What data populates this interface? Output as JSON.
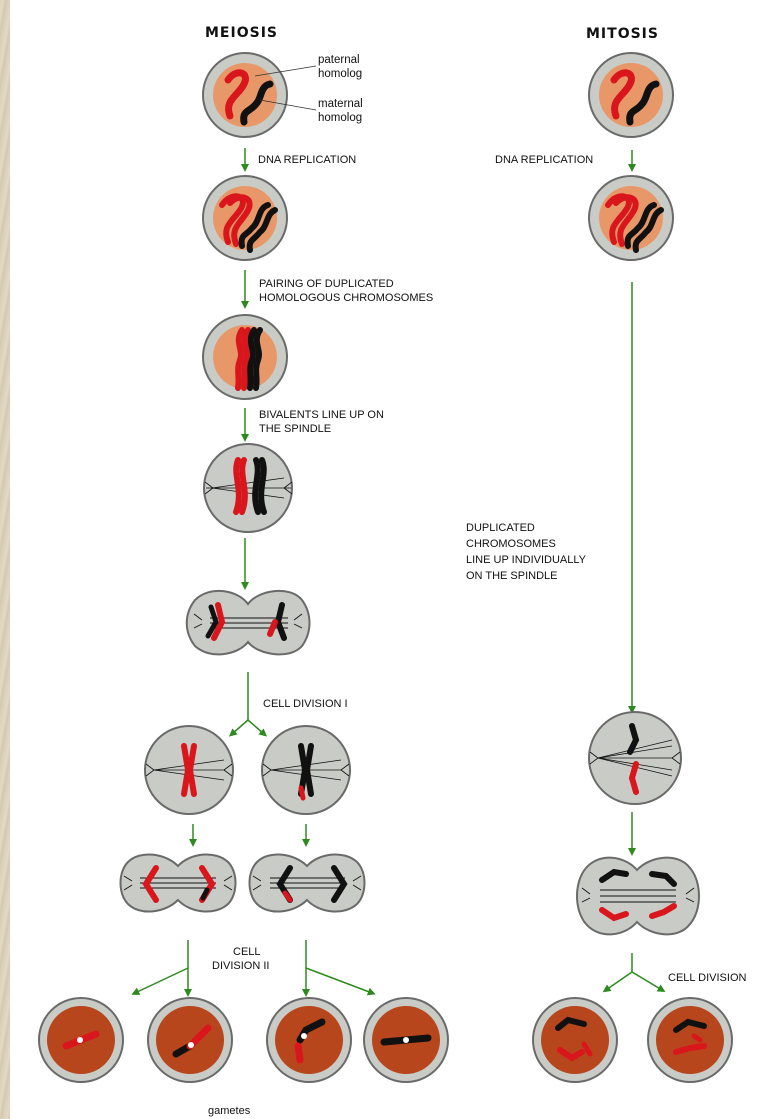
{
  "headings": {
    "meiosis": "MEIOSIS",
    "mitosis": "MITOSIS"
  },
  "labels": {
    "paternal_1": "paternal",
    "paternal_2": "homolog",
    "maternal_1": "maternal",
    "maternal_2": "homolog",
    "dna_replication_meiosis": "DNA REPLICATION",
    "dna_replication_mitosis": "DNA REPLICATION",
    "pairing_1": "PAIRING OF DUPLICATED",
    "pairing_2": "HOMOLOGOUS CHROMOSOMES",
    "bivalents_1": "BIVALENTS LINE UP ON",
    "bivalents_2": "THE SPINDLE",
    "cell_division_1": "CELL DIVISION I",
    "cell_division_2a": "CELL",
    "cell_division_2b": "DIVISION II",
    "gametes": "gametes",
    "duplicated_1": "DUPLICATED",
    "duplicated_2": "CHROMOSOMES",
    "duplicated_3": "LINE UP INDIVIDUALLY",
    "duplicated_4": "ON THE SPINDLE",
    "cell_division_mitosis": "CELL DIVISION"
  },
  "colors": {
    "arrow": "#2e8a1e",
    "paternal": "#d8161c",
    "maternal": "#111111",
    "nucleus_light": "#e89868",
    "nucleus_dark": "#b8461c",
    "cell": "#c9ccc6",
    "membrane": "#6a6a6a"
  }
}
